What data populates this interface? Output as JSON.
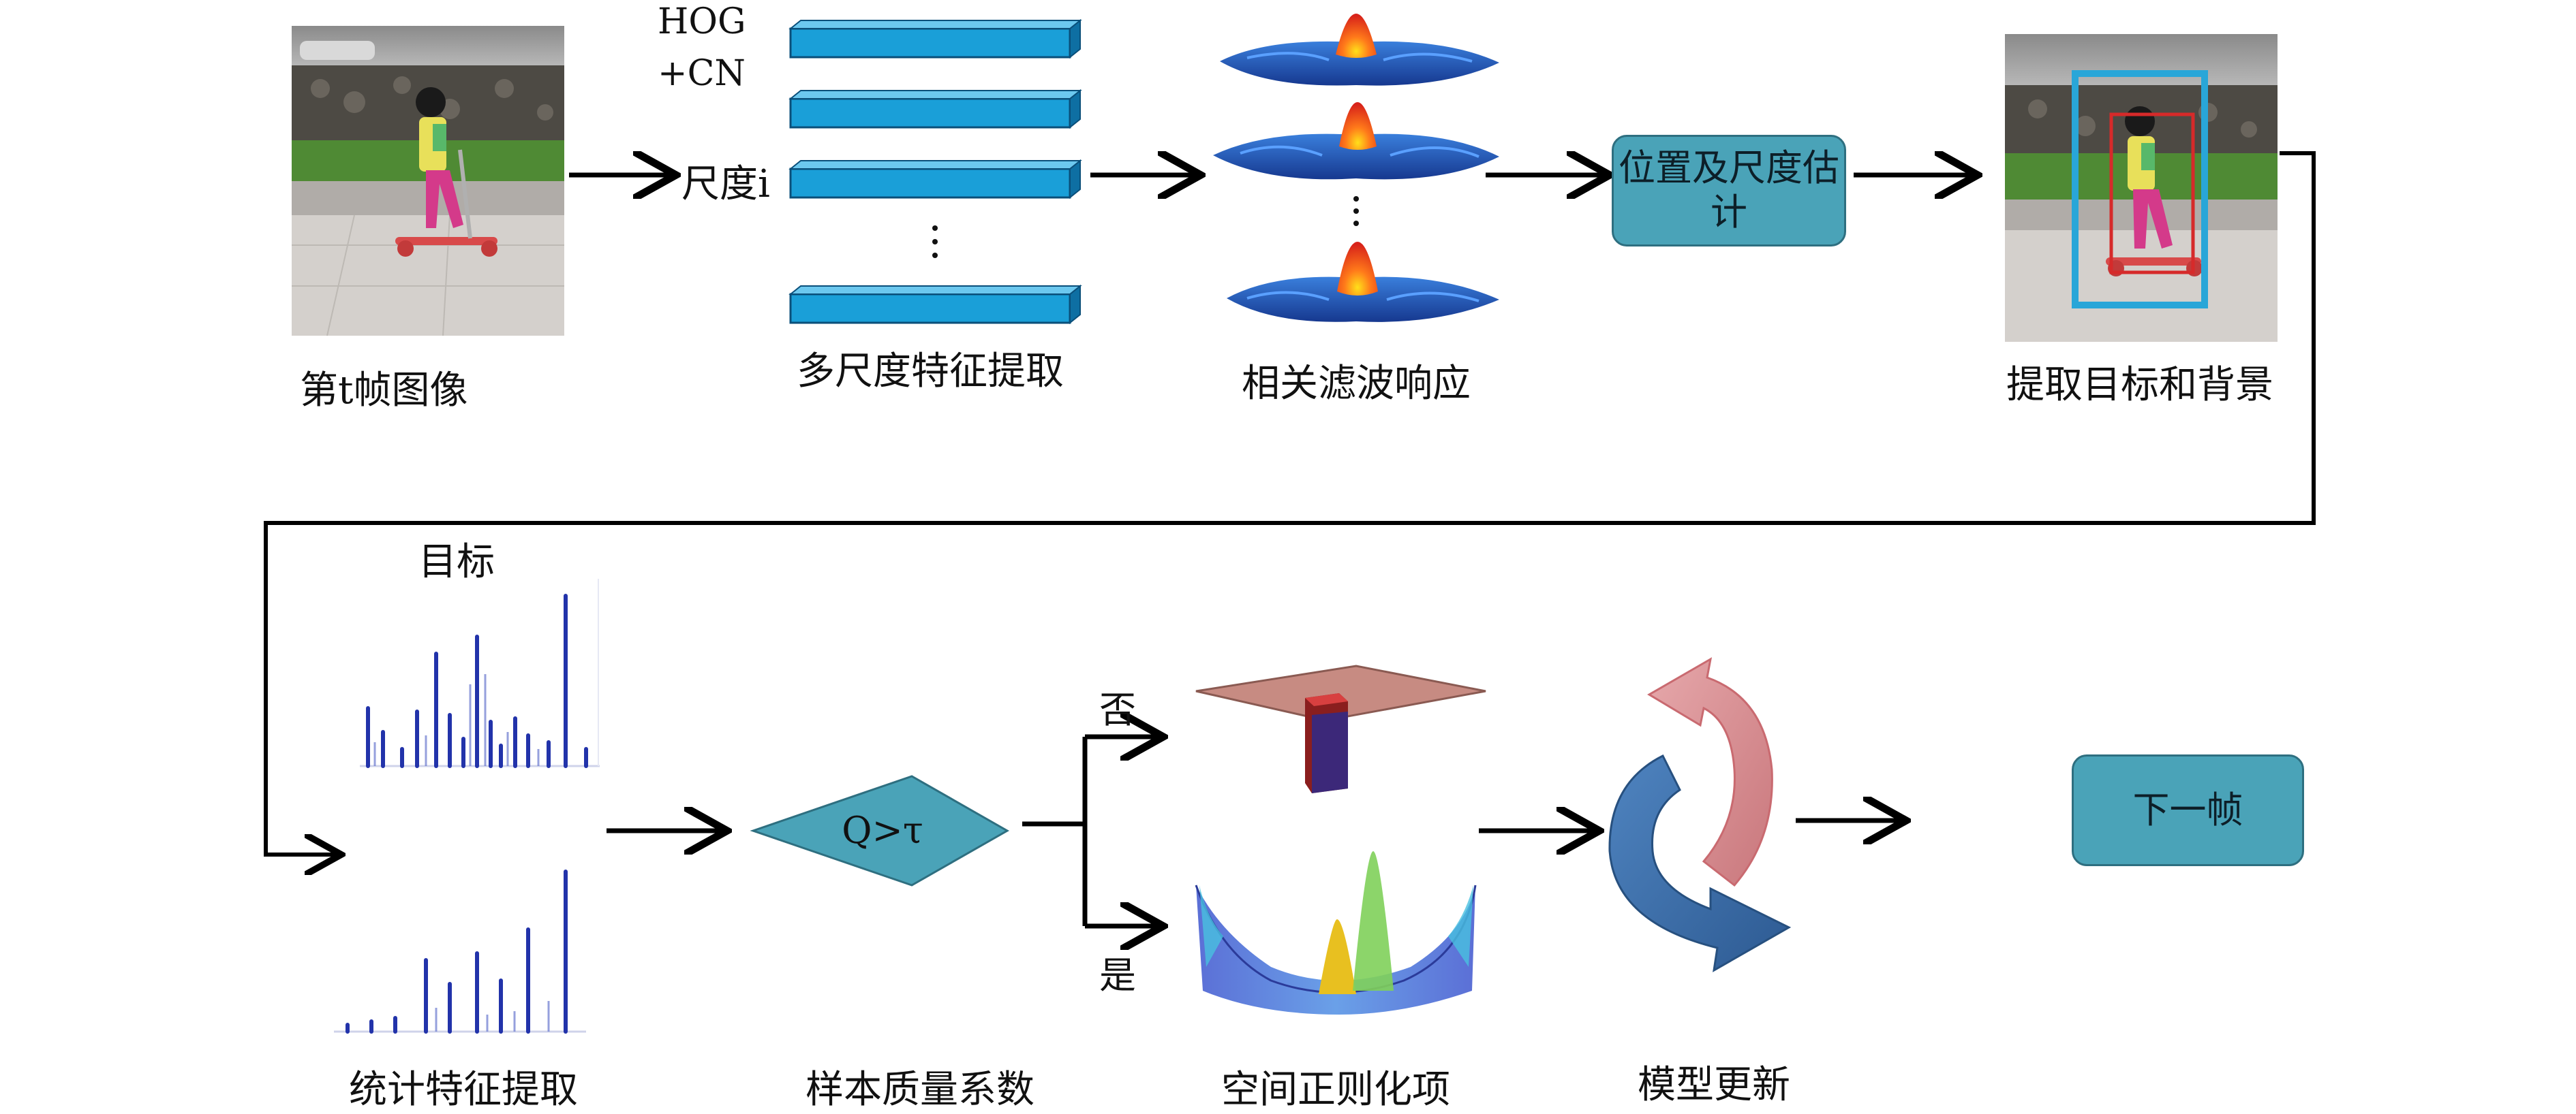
{
  "top_row": {
    "frame_caption": "第t帧图像",
    "features_top": "HOG",
    "features_bottom": "+CN",
    "scale_label": "尺度i",
    "multiscale_caption": "多尺度特征提取",
    "correlation_caption": "相关滤波响应",
    "estimate_box": "位置及尺度估计",
    "extract_caption": "提取目标和背景"
  },
  "bottom_row": {
    "target_label": "目标",
    "stat_caption": "统计特征提取",
    "quality_diamond": "Q>τ",
    "quality_caption": "样本质量系数",
    "no_label": "否",
    "yes_label": "是",
    "spatial_caption": "空间正则化项",
    "update_caption": "模型更新",
    "next_box": "下一帧"
  },
  "colors": {
    "bar_blue": "#1a9fd8",
    "box_teal": "#4aa3b8",
    "histogram_blue": "#2233aa",
    "arrow_pink": "#d98b8f",
    "arrow_navy": "#3a6ea8"
  }
}
